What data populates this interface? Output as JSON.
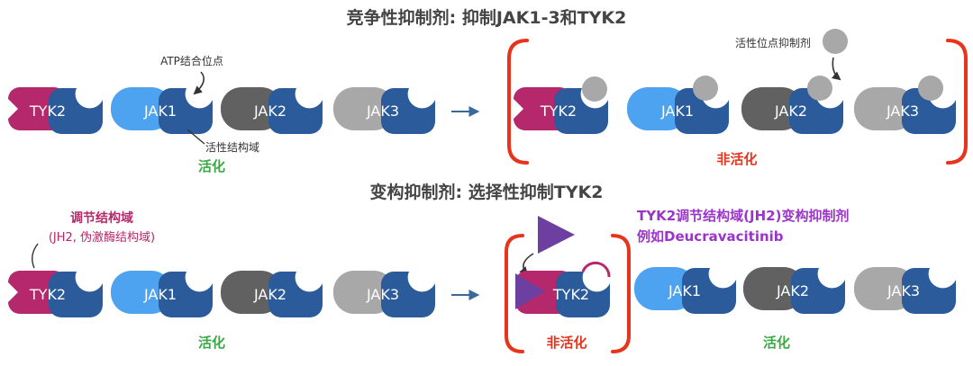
{
  "titles": {
    "competitive": "竞争性抑制剂: 抑制JAK1-3和TYK2",
    "allosteric": "变构抑制剂: 选择性抑制TYK2"
  },
  "annotations": {
    "atp_site": "ATP结合位点",
    "active_domain": "活性结构域",
    "active_site_inhibitor": "活性位点抑制剂",
    "regulatory_domain": "调节结构域",
    "regulatory_domain_sub": "(JH2, 伪激酶结构域)",
    "tyk2_inhibitor_line1": "TYK2调节结构域(JH2)变构抑制剂",
    "tyk2_inhibitor_line2": "例如Deucravacitinib"
  },
  "proteins": {
    "tyk2": "TYK2",
    "jak1": "JAK1",
    "jak2": "JAK2",
    "jak3": "JAK3"
  },
  "states": {
    "active": "活化",
    "inactive": "非活化"
  },
  "colors": {
    "tyk2": "#b5286b",
    "jak1": "#4ea3f0",
    "jak2": "#616161",
    "jak3": "#a8a8a8",
    "kinase": "#2b5b9b",
    "arrow": "#3a6a9a",
    "bracket": "#e8341c",
    "active": "#3aa845",
    "inactive": "#e8341c",
    "inhibitor_ball": "#a8a8a8",
    "triangle": "#6d3fa0",
    "magenta_text": "#b5286b",
    "purple_text": "#9b35c9"
  }
}
